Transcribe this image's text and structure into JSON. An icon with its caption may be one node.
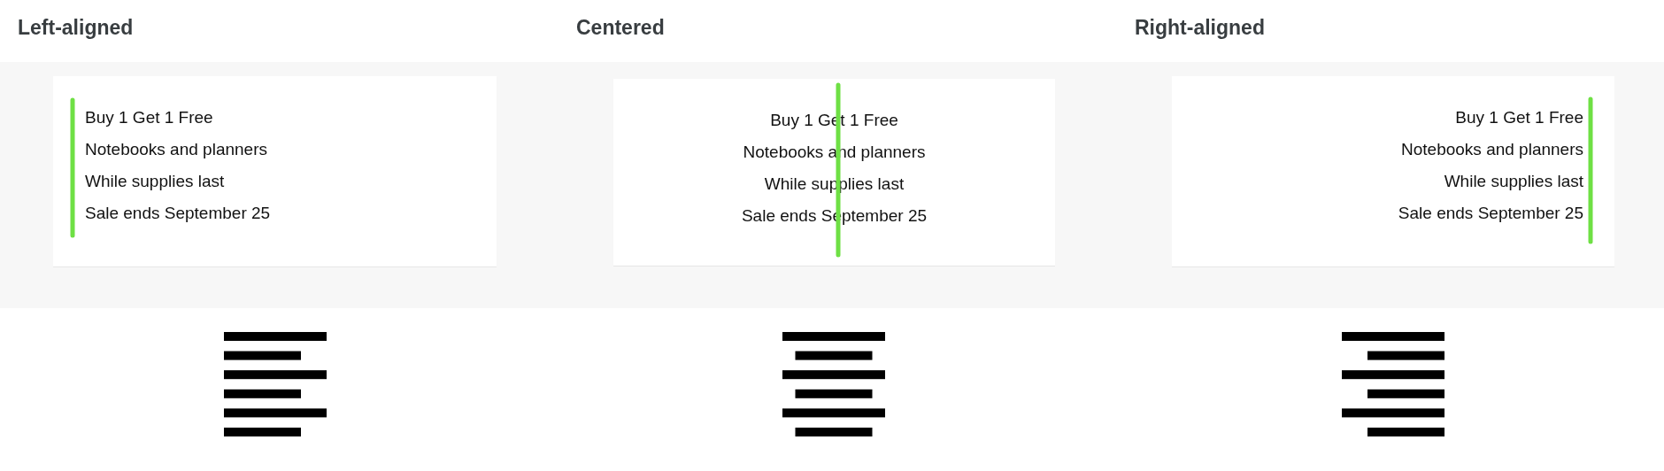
{
  "diagram": {
    "nodes": [
      {
        "text": [
          "Buy 1 Get 1 Free",
          "Notebooks and planners",
          "While supplies last",
          "Sale ends September 25"
        ]
      },
      {
        "text": [
          "Buy 1 Get 1 Free",
          "Notebooks and planners",
          "While supplies last",
          "Sale ends September 25"
        ]
      },
      {
        "text": [
          "Buy 1 Get 1 Free",
          "Notebooks and planners",
          "While supplies last",
          "Sale ends September 25"
        ]
      }
    ],
    "labels": [
      "Left-aligned",
      "Centered",
      "Right-aligned"
    ]
  }
}
